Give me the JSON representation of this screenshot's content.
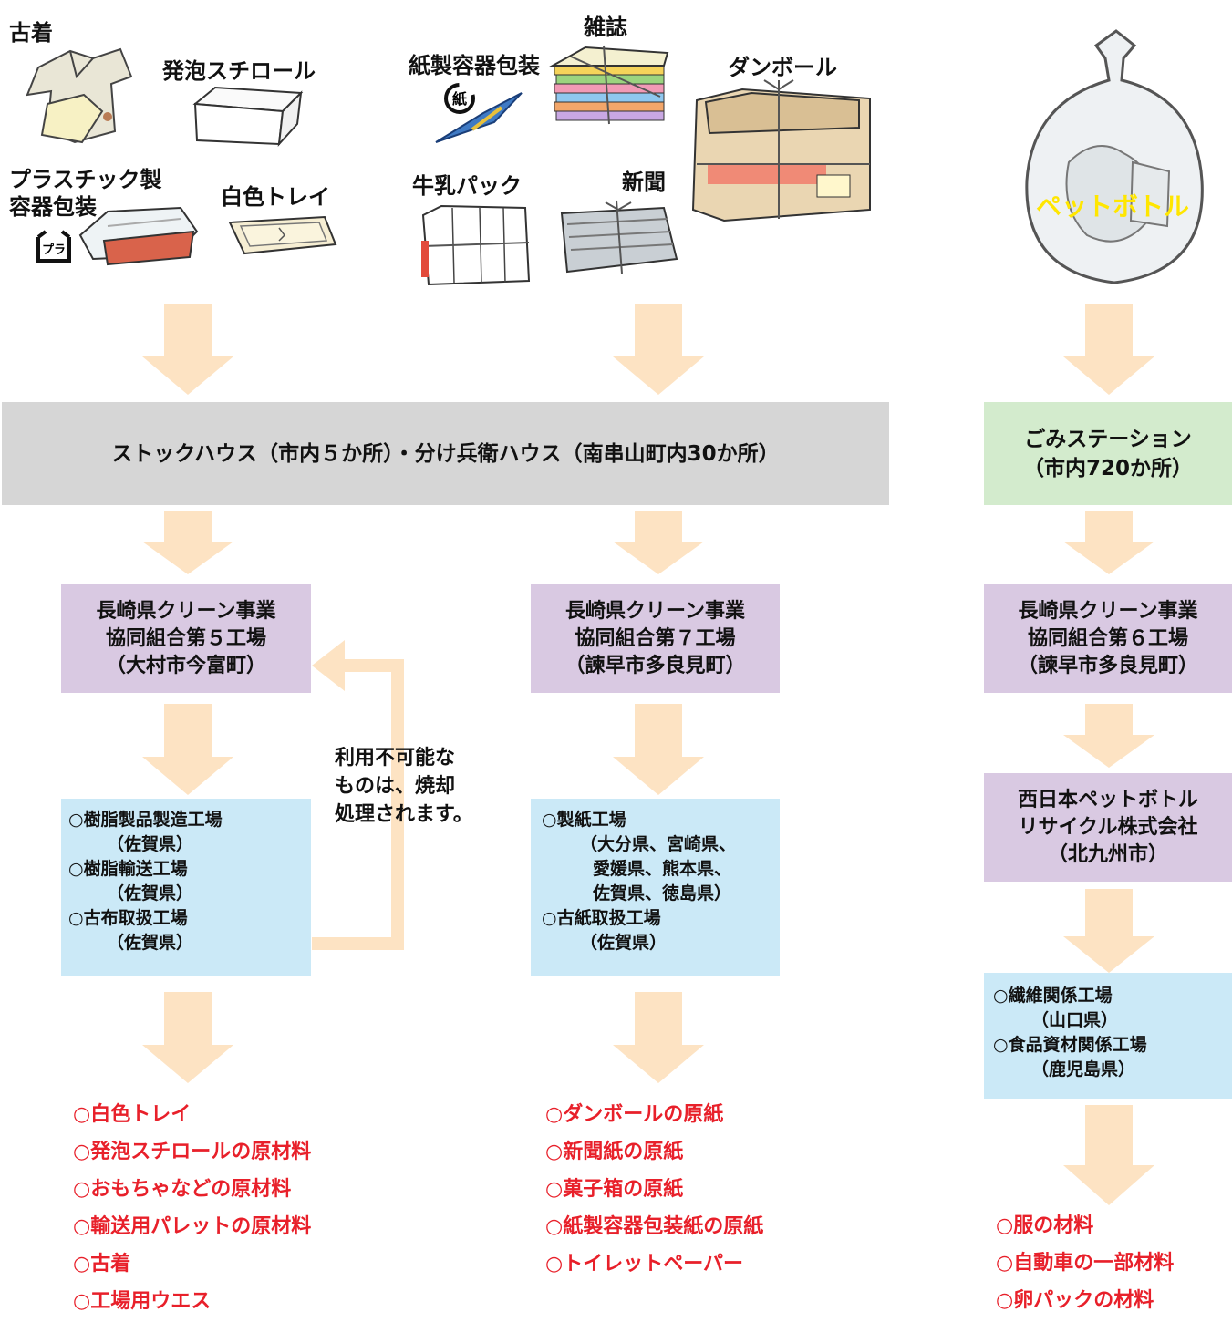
{
  "items": {
    "furugi": "古着",
    "happo": "発泡スチロール",
    "plastic": [
      "プラスチック製",
      "容器包装"
    ],
    "plastic_mark": "プラ",
    "hakushoku": "白色トレイ",
    "kamiseiyoki": "紙製容器包装",
    "kami_mark": "紙",
    "zasshi": "雑誌",
    "danboru": "ダンボール",
    "gyunyu": "牛乳パック",
    "shinbun": "新聞",
    "pet_bag": "ペットボトル"
  },
  "stock_house": "ストックハウス（市内５か所）・分け兵衛ハウス（南串山町内30か所）",
  "gomi_station": [
    "ごみステーション",
    "（市内720か所）"
  ],
  "factory5": [
    "長崎県クリーン事業",
    "協同組合第５工場",
    "（大村市今富町）"
  ],
  "factory7": [
    "長崎県クリーン事業",
    "協同組合第７工場",
    "（諫早市多良見町）"
  ],
  "factory6": [
    "長崎県クリーン事業",
    "協同組合第６工場",
    "（諫早市多良見町）"
  ],
  "nishinihon": [
    "西日本ペットボトル",
    "リサイクル株式会社",
    "（北九州市）"
  ],
  "incinerate_note": [
    "利用不可能な",
    "ものは、焼却",
    "処理されます。"
  ],
  "plants_left": [
    "○樹脂製品製造工場",
    "（佐賀県）",
    "○樹脂輸送工場",
    "（佐賀県）",
    "○古布取扱工場",
    "（佐賀県）"
  ],
  "plants_mid": [
    "○製紙工場",
    "（大分県、宮崎県、",
    "愛媛県、熊本県、",
    "佐賀県、徳島県）",
    "○古紙取扱工場",
    "（佐賀県）"
  ],
  "plants_right": [
    "○繊維関係工場",
    "（山口県）",
    "○食品資材関係工場",
    "（鹿児島県）"
  ],
  "outputs_left": [
    "○白色トレイ",
    "○発泡スチロールの原材料",
    "○おもちゃなどの原材料",
    "○輸送用パレットの原材料",
    "○古着",
    "○工場用ウエス"
  ],
  "outputs_mid": [
    "○ダンボールの原紙",
    "○新聞紙の原紙",
    "○菓子箱の原紙",
    "○紙製容器包装紙の原紙",
    "○トイレットペーパー"
  ],
  "outputs_right": [
    "○服の材料",
    "○自動車の一部材料",
    "○卵パックの材料"
  ],
  "colors": {
    "arrow": "#fde3c3",
    "gray_box": "#d6d6d6",
    "green_box": "#d3ebcd",
    "purple_box": "#d9c9e2",
    "blue_box": "#cbe9f7",
    "output_red": "#e8202a",
    "return_arrow": "#fde3c3"
  }
}
